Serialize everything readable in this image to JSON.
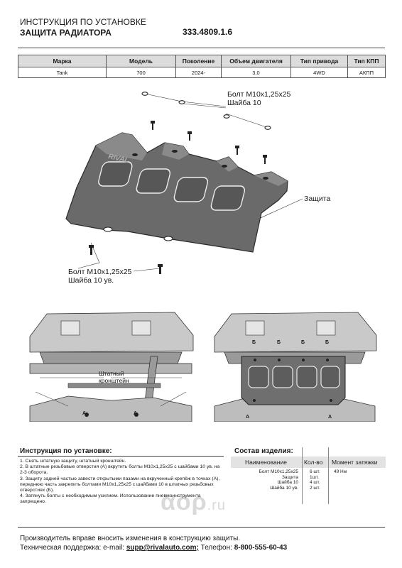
{
  "header": {
    "line1": "ИНСТРУКЦИЯ ПО УСТАНОВКЕ",
    "line2": "ЗАЩИТА РАДИАТОРА",
    "part_number": "333.4809.1.6"
  },
  "spec_table": {
    "headers": [
      "Марка",
      "Модель",
      "Поколение",
      "Объем двигателя",
      "Тип привода",
      "Тип КПП"
    ],
    "row": [
      "Tank",
      "700",
      "2024-",
      "3,0",
      "4WD",
      "АКПП"
    ]
  },
  "diagram_labels": {
    "bolt_top_line1": "Болт M10x1,25x25",
    "bolt_top_line2": "Шайба 10",
    "guard": "Защита",
    "bolt_bottom_line1": "Болт M10x1,25x25",
    "bolt_bottom_line2": "Шайба 10 ув.",
    "bracket_line1": "Штатный",
    "bracket_line2": "кронштейн",
    "point_a": "А",
    "point_b": "Б"
  },
  "instructions": {
    "title": "Инструкция по установке:",
    "steps": [
      "1. Снять штатную защиту, штатный кронштейн.",
      "2. В штатные резьбовые отверстия (А) вкрутить болты M10x1,25x25 с шайбами 10 ув. на 2-3 оборота.",
      "3. Защиту задней частью завести открытыми пазами на вкрученный крепёж в точках (А), переднюю часть закрепить болтами M10x1,25x25 с шайбами 10 в штатных резьбовых отверстиях (Б).",
      "4. Затянуть болты с необходимым усилием. Использование пневмоинструмента запрещено."
    ]
  },
  "composition": {
    "title": "Состав изделия:",
    "headers": [
      "Наименование",
      "Кол-во",
      "Момент затяжки"
    ],
    "items": [
      {
        "name": "Болт M10x1,25x25",
        "qty": "6 шт."
      },
      {
        "name": "Защита",
        "qty": "1шт."
      },
      {
        "name": "Шайба 10",
        "qty": "4 шт."
      },
      {
        "name": "Шайба 10 ув.",
        "qty": "2 шт."
      }
    ],
    "torque": "49 Нм"
  },
  "watermark": {
    "main": "αορ",
    "suffix": ".ru"
  },
  "footer": {
    "line1": "Производитель вправе вносить изменения в конструкцию защиты.",
    "support_label": "Техническая поддержка:  e-mail:",
    "email": "supp@rivalauto.com;",
    "phone_label": "Телефон:",
    "phone": "8-800-555-60-43"
  },
  "colors": {
    "line": "#444444",
    "table_header": "#dcdcdc",
    "watermark": "#d9d9d9"
  }
}
